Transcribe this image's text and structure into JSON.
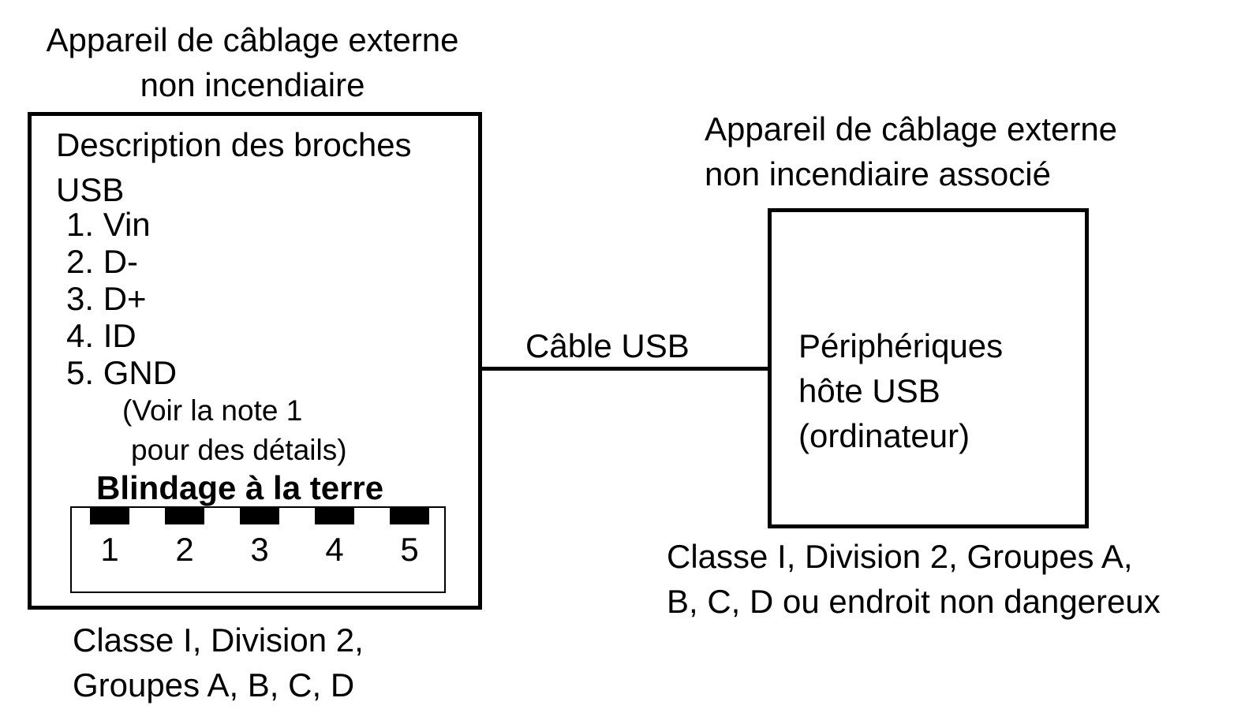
{
  "left_device": {
    "title": [
      "Appareil de câblage externe",
      "non incendiaire"
    ],
    "pinout_heading": [
      "Description des broches",
      "USB"
    ],
    "pins": [
      "1. Vin",
      "2. D-",
      "3. D+",
      "4. ID",
      "5. GND"
    ],
    "note": [
      "(Voir la note 1",
      "pour des détails)"
    ],
    "shield_label": "Blindage à la terre",
    "connector_pins": [
      "1",
      "2",
      "3",
      "4",
      "5"
    ],
    "location": [
      "Classe I, Division 2,",
      "Groupes A, B, C, D"
    ]
  },
  "cable": {
    "label": "Câble USB"
  },
  "right_device": {
    "title": [
      "Appareil de câblage externe",
      "non incendiaire associé"
    ],
    "host": [
      "Périphériques",
      "hôte USB",
      "(ordinateur)"
    ],
    "location": [
      "Classe I, Division 2, Groupes A,",
      "B, C, D ou endroit non dangereux"
    ]
  }
}
